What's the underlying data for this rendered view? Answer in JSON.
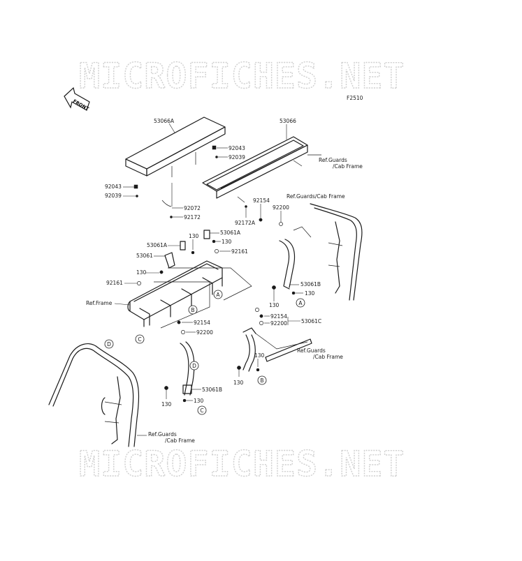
{
  "watermark": "MICROFICHES.NET",
  "figure_code": "F2510",
  "front_label": "FRONT",
  "parts": {
    "seat_cushion_left": "53066A",
    "seat_cushion_right": "53066",
    "p92043": "92043",
    "p92039": "92039",
    "p92072": "92072",
    "p92172": "92172",
    "p92172A": "92172A",
    "p92154": "92154",
    "p92200": "92200",
    "p53061A": "53061A",
    "p53061": "53061",
    "p130": "130",
    "p92161": "92161",
    "p53061B": "53061B",
    "p53061C": "53061C"
  },
  "refs": {
    "ref_guards": "Ref.Guards",
    "cab_frame": "/Cab Frame",
    "ref_guards_cab": "Ref.Guards/Cab Frame",
    "ref_frame": "Ref.Frame"
  },
  "callouts": {
    "a": "A",
    "b": "B",
    "c": "C",
    "d": "D"
  }
}
